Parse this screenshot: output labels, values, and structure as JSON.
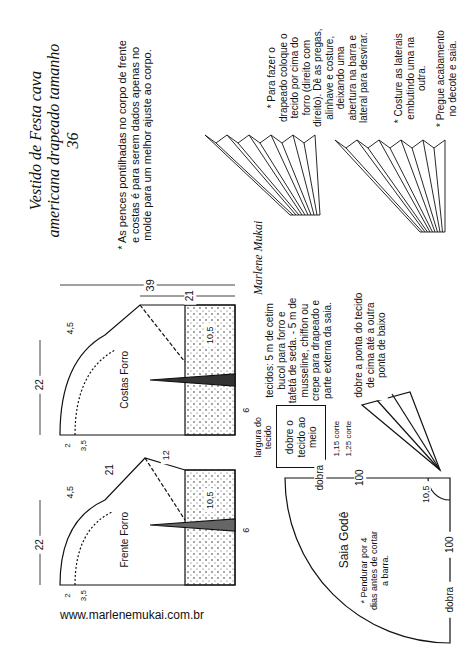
{
  "diagram": {
    "title": "Vestido de Festa cava americana drapeado tamanho 36",
    "nodes": [
      {
        "text": [
          "largura do tecido",
          "dobre o tecido ao meio"
        ]
      }
    ],
    "labels": [
      "* As pences pontilhadas no corpo de frente e costas é para serem dados apenas no molde para um melhor ajuste ao corpo.",
      "* Para fazer o drapeado coloque o tecido por cima do forro (direito com direito). Dê as pregas, alinhave e costure, deixando uma abertura na barra e lateral para desvirar.",
      "* Costure as laterais embutindo uma na outra.",
      "* Pregue acabamento no decote e saia.",
      "Marlene Mukai",
      "tecidos: 5 m de cetim bucol para forro e tafetá de seda. - 5 m de musseline, chiffon ou crepe para drapeado e parte externa da saia.",
      "dobre a ponta do tecido de cima até a outra ponta de baixo",
      "1,15 corte",
      "1,25 corte",
      "Saia Godê",
      "* Pendurar por 4 dias antes de cortar a barra.",
      "10,5",
      "100",
      "dobra",
      "100",
      "dobra",
      "39",
      "21",
      "22",
      "4,5",
      "2",
      "3,5",
      "Costas Forro",
      "10,5",
      "6",
      "21",
      "12",
      "22",
      "4,5",
      "2",
      "3,5",
      "Frente Forro",
      "10,5",
      "6",
      "www.marlenemukai.com.br"
    ]
  }
}
